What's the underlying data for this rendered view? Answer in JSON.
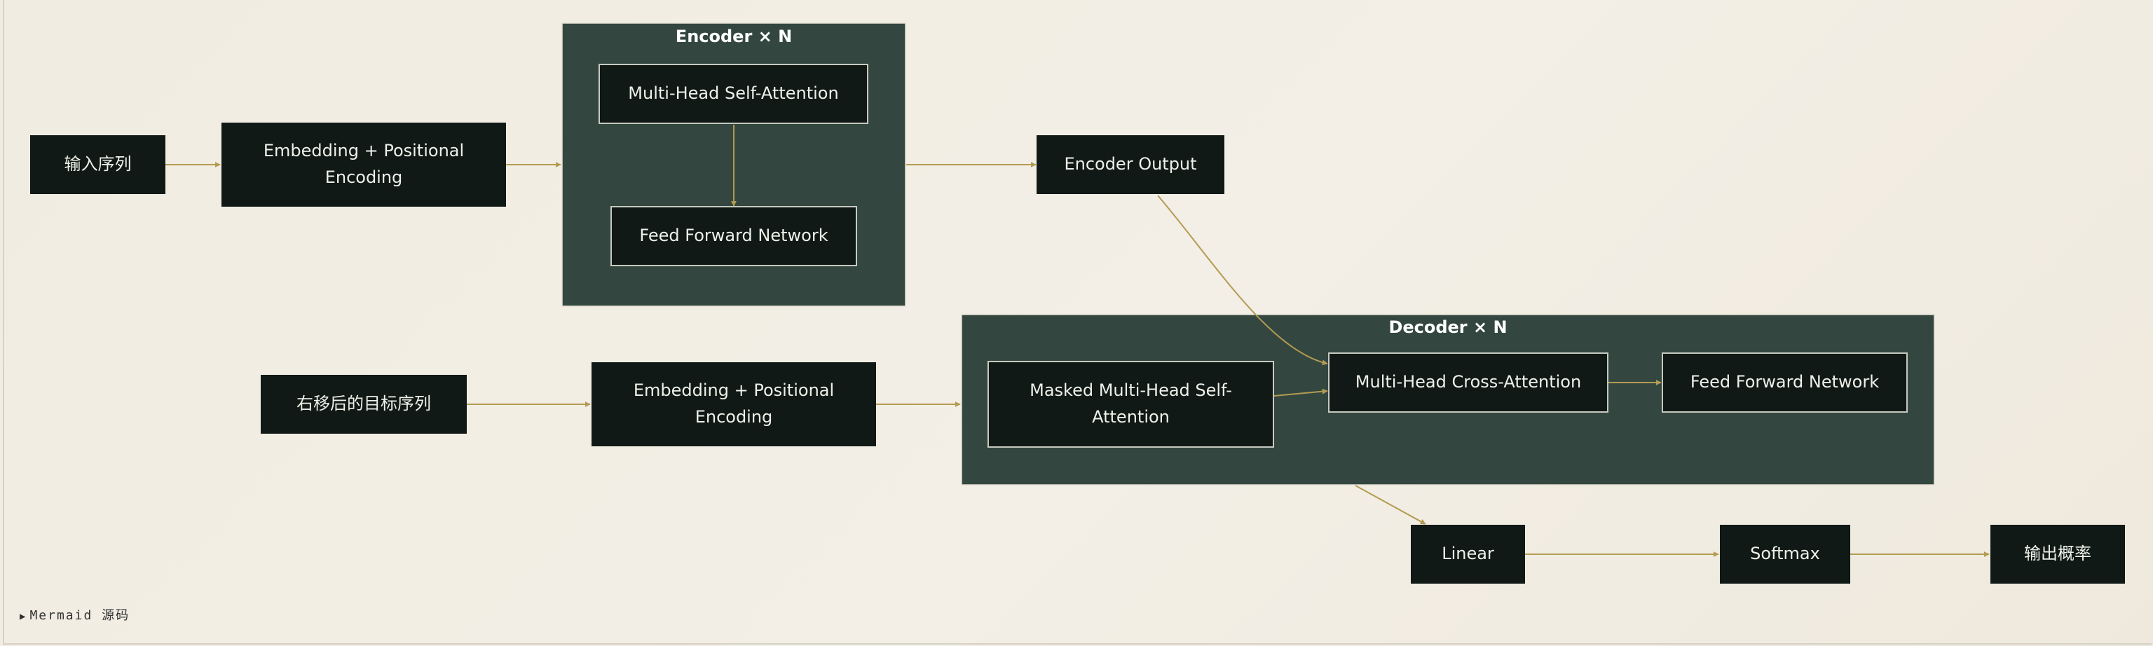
{
  "diagram": {
    "clusters": {
      "encoder": "Encoder × N",
      "decoder": "Decoder × N"
    },
    "nodes": {
      "input_sequence": "输入序列",
      "embedding_encoder": [
        "Embedding + Positional",
        "Encoding"
      ],
      "encoder_self_attention": "Multi-Head Self-Attention",
      "encoder_feed_forward": "Feed Forward Network",
      "encoder_output": "Encoder Output",
      "shifted_target": "右移后的目标序列",
      "embedding_decoder": [
        "Embedding + Positional",
        "Encoding"
      ],
      "masked_self_attention": [
        "Masked Multi-Head Self-",
        "Attention"
      ],
      "cross_attention": "Multi-Head Cross-Attention",
      "decoder_feed_forward": "Feed Forward Network",
      "linear": "Linear",
      "softmax": "Softmax",
      "output_probabilities": "输出概率"
    }
  },
  "source_toggle": {
    "label": "Mermaid 源码"
  },
  "colors": {
    "background": "#f1ede3",
    "node_fill": "#101915",
    "cluster_fill": "#334740",
    "edge": "#b39b52",
    "text": "#eef0ea"
  }
}
